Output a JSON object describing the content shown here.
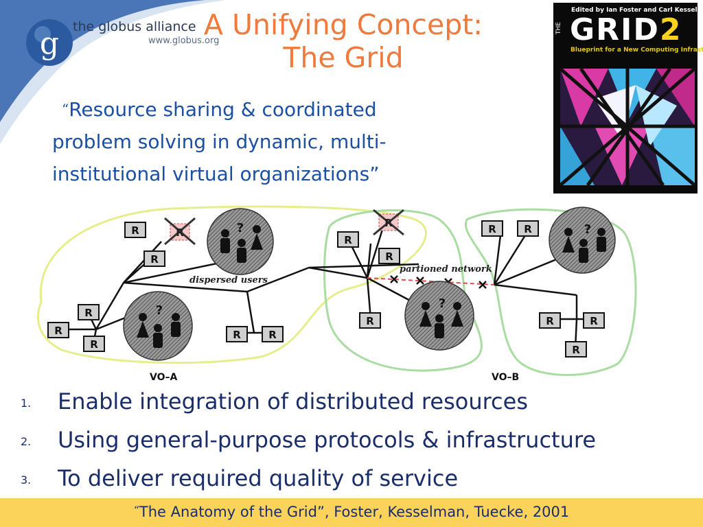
{
  "header": {
    "logo_text": "the globus alliance",
    "logo_url": "www.globus.org",
    "title_line1": "A Unifying Concept:",
    "title_line2": "The Grid"
  },
  "quote": {
    "open_mark": "“",
    "line1": "Resource sharing & coordinated",
    "line2": "problem solving in dynamic, multi-",
    "line3": "institutional virtual organizations”"
  },
  "book": {
    "authors": "Edited by Ian Foster and Carl Kesselman",
    "title": "GRID",
    "title_number": "2",
    "subtitle": "Blueprint for a New Computing Infrastructure"
  },
  "diagram": {
    "resource_label": "R",
    "unknown_label": "?",
    "dispersed_users_label": "dispersed users",
    "partitioned_network_label": "partioned network",
    "vo_a_label": "VO–A",
    "vo_b_label": "VO–B"
  },
  "list": {
    "items": [
      {
        "num": "1.",
        "text": "Enable integration of distributed resources"
      },
      {
        "num": "2.",
        "text": "Using general-purpose protocols & infrastructure"
      },
      {
        "num": "3.",
        "text": "To deliver required quality of service"
      }
    ]
  },
  "footer": {
    "open_mark": "“",
    "text": "The Anatomy of the Grid”, Foster, Kesselman, Tuecke, 2001"
  },
  "colors": {
    "title": "#f07a3c",
    "quote": "#1a4fa3",
    "list": "#1a2d6b",
    "footer_bg": "#fbd35a",
    "vo_a_outline": "#e6ee8c",
    "vo_b_outline": "#a8dca0"
  }
}
